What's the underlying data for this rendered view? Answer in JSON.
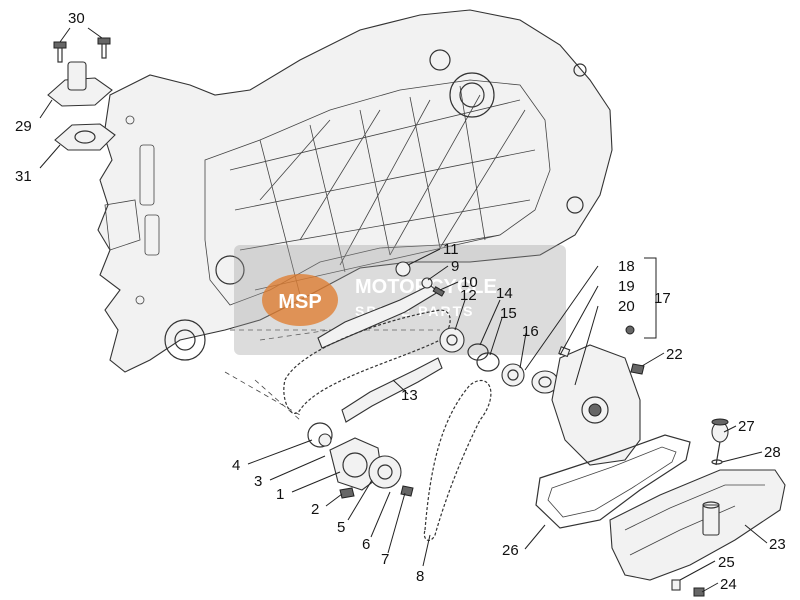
{
  "watermark": {
    "line1": "MOTORCYCLE",
    "line2": "SPARE PARTS",
    "logo": "MSP"
  },
  "colors": {
    "watermark_accent": "#e07a2a",
    "ink": "#333333"
  },
  "callouts": [
    {
      "id": "30",
      "label": "30"
    },
    {
      "id": "29",
      "label": "29"
    },
    {
      "id": "31",
      "label": "31"
    },
    {
      "id": "11",
      "label": "11"
    },
    {
      "id": "9",
      "label": "9"
    },
    {
      "id": "10",
      "label": "10"
    },
    {
      "id": "12",
      "label": "12"
    },
    {
      "id": "14",
      "label": "14"
    },
    {
      "id": "15",
      "label": "15"
    },
    {
      "id": "16",
      "label": "16"
    },
    {
      "id": "18",
      "label": "18"
    },
    {
      "id": "19",
      "label": "19"
    },
    {
      "id": "20",
      "label": "20"
    },
    {
      "id": "17",
      "label": "17"
    },
    {
      "id": "22",
      "label": "22"
    },
    {
      "id": "13",
      "label": "13"
    },
    {
      "id": "4",
      "label": "4"
    },
    {
      "id": "3",
      "label": "3"
    },
    {
      "id": "1",
      "label": "1"
    },
    {
      "id": "2",
      "label": "2"
    },
    {
      "id": "5",
      "label": "5"
    },
    {
      "id": "6",
      "label": "6"
    },
    {
      "id": "7",
      "label": "7"
    },
    {
      "id": "8",
      "label": "8"
    },
    {
      "id": "27",
      "label": "27"
    },
    {
      "id": "28",
      "label": "28"
    },
    {
      "id": "23",
      "label": "23"
    },
    {
      "id": "26",
      "label": "26"
    },
    {
      "id": "25",
      "label": "25"
    },
    {
      "id": "24",
      "label": "24"
    }
  ]
}
